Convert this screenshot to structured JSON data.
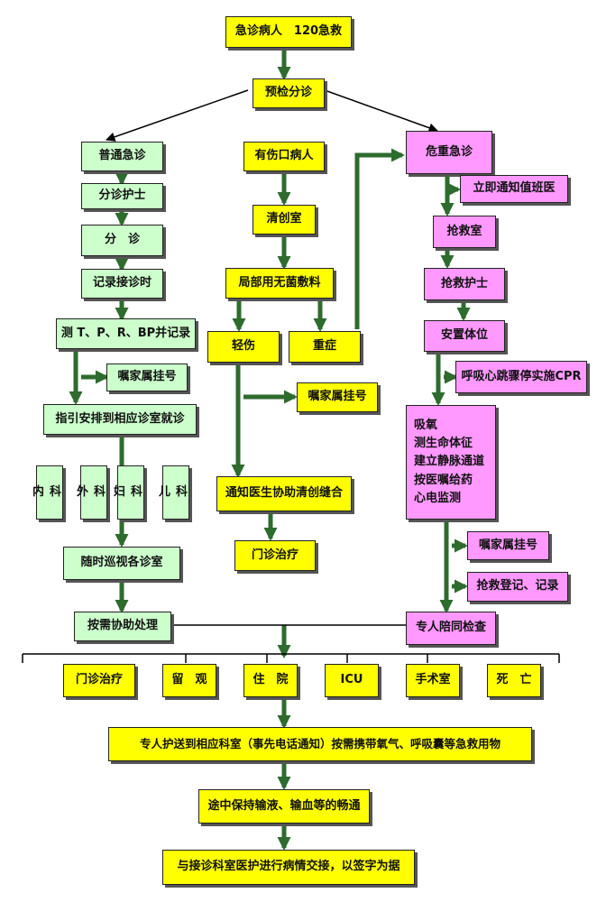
{
  "nodes": {
    "start": "急诊病人　120急救",
    "triage": "预检分诊",
    "general": "普通急诊",
    "triage_nurse": "分诊护士",
    "fenzhen": "分　诊",
    "record_time": "记录接诊时",
    "vitals": "测 T、P、R、BP并记录",
    "family_reg_left": "嘱家属挂号",
    "guide": "指引安排到相应诊室就诊",
    "dept_internal": "内科",
    "dept_surgery": "外科",
    "dept_gyn": "妇科",
    "dept_peds": "儿科",
    "patrol": "随时巡视各诊室",
    "assist": "按需协助处理",
    "wounded": "有伤口病人",
    "debridement_room": "清创室",
    "local_dressing": "局部用无菌敷料",
    "minor": "轻伤",
    "severe": "重症",
    "family_reg_mid": "嘱家属挂号",
    "notify_doctor": "通知医生协助清创缝合",
    "outpatient_mid": "门诊治疗",
    "critical": "危重急诊",
    "notify_duty": "立即通知值班医",
    "rescue_room": "抢救室",
    "rescue_nurse": "抢救护士",
    "position": "安置体位",
    "cpr": "呼吸心跳骤停实施CPR",
    "care_list": [
      "吸氧",
      "测生命体征",
      "建立静脉通道",
      "按医嘱给药",
      "心电监测"
    ],
    "family_reg_right": "嘱家属挂号",
    "rescue_record": "抢救登记、记录",
    "escort_exam": "专人陪同检查",
    "out_outpatient": "门诊治疗",
    "out_observe": "留　观",
    "out_hospital": "住　院",
    "out_icu": "ICU",
    "out_or": "手术室",
    "out_death": "死　亡",
    "escort_transfer": "专人护送到相应科室（事先电话通知）按需携带氧气、呼吸囊等急救用物",
    "keep_open": "途中保持输液、输血等的畅通",
    "handover": "与接诊科室医护进行病情交接，以签字为据"
  }
}
